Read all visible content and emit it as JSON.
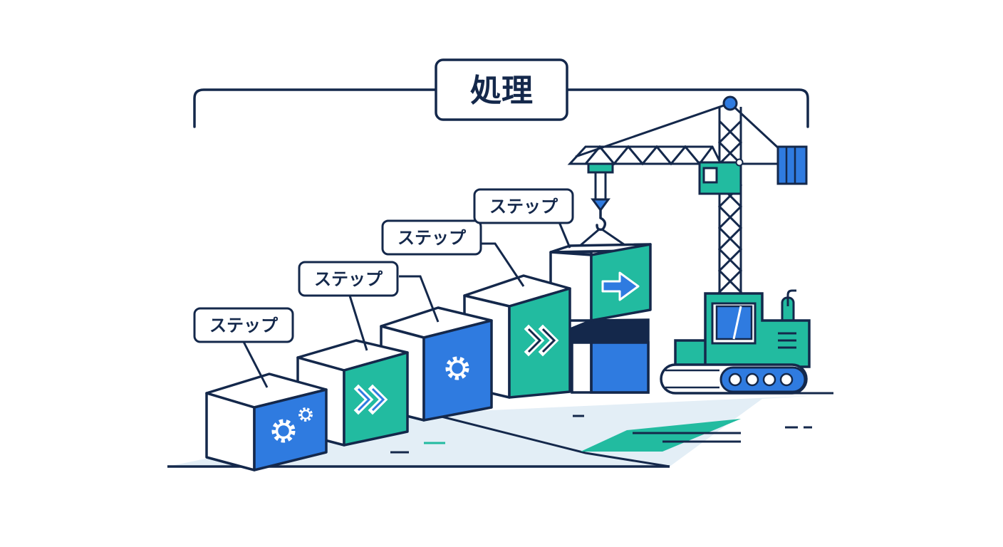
{
  "title": "処理",
  "step_labels": [
    "ステップ",
    "ステップ",
    "ステップ",
    "ステップ"
  ],
  "colors": {
    "outline": "#14284b",
    "blue": "#2f7be0",
    "teal": "#22bba0",
    "ground": "#e3eef6",
    "background": "#ffffff"
  },
  "icons": [
    "gear-icon",
    "double-chevron-icon",
    "gear-icon",
    "double-chevron-icon",
    "arrow-right-icon"
  ]
}
